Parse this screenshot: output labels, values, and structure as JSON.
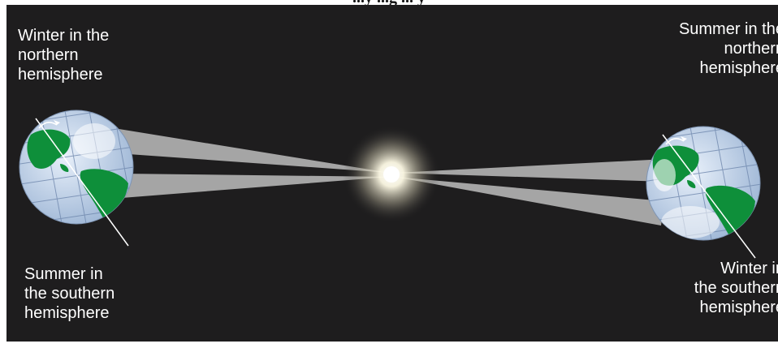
{
  "title": "...y ...g ... y",
  "sun": {
    "icon": "sun-icon"
  },
  "earths": [
    {
      "position": "left",
      "icon": "earth-globe-icon"
    },
    {
      "position": "right",
      "icon": "earth-globe-icon"
    }
  ],
  "labels": {
    "left_top": [
      "Winter in the",
      "northern",
      "hemisphere"
    ],
    "left_bottom": [
      "Summer in",
      "the southern",
      "hemisphere"
    ],
    "right_top": [
      "Summer in the",
      "northern",
      "hemisphere"
    ],
    "right_bottom": [
      "Winter in",
      "the southern",
      "hemisphere"
    ]
  },
  "colors": {
    "background": "#1e1d1e",
    "text": "#ffffff",
    "ocean": "#c9d9ee",
    "land": "#0e8f3a",
    "beam": "#b8b8b8"
  }
}
